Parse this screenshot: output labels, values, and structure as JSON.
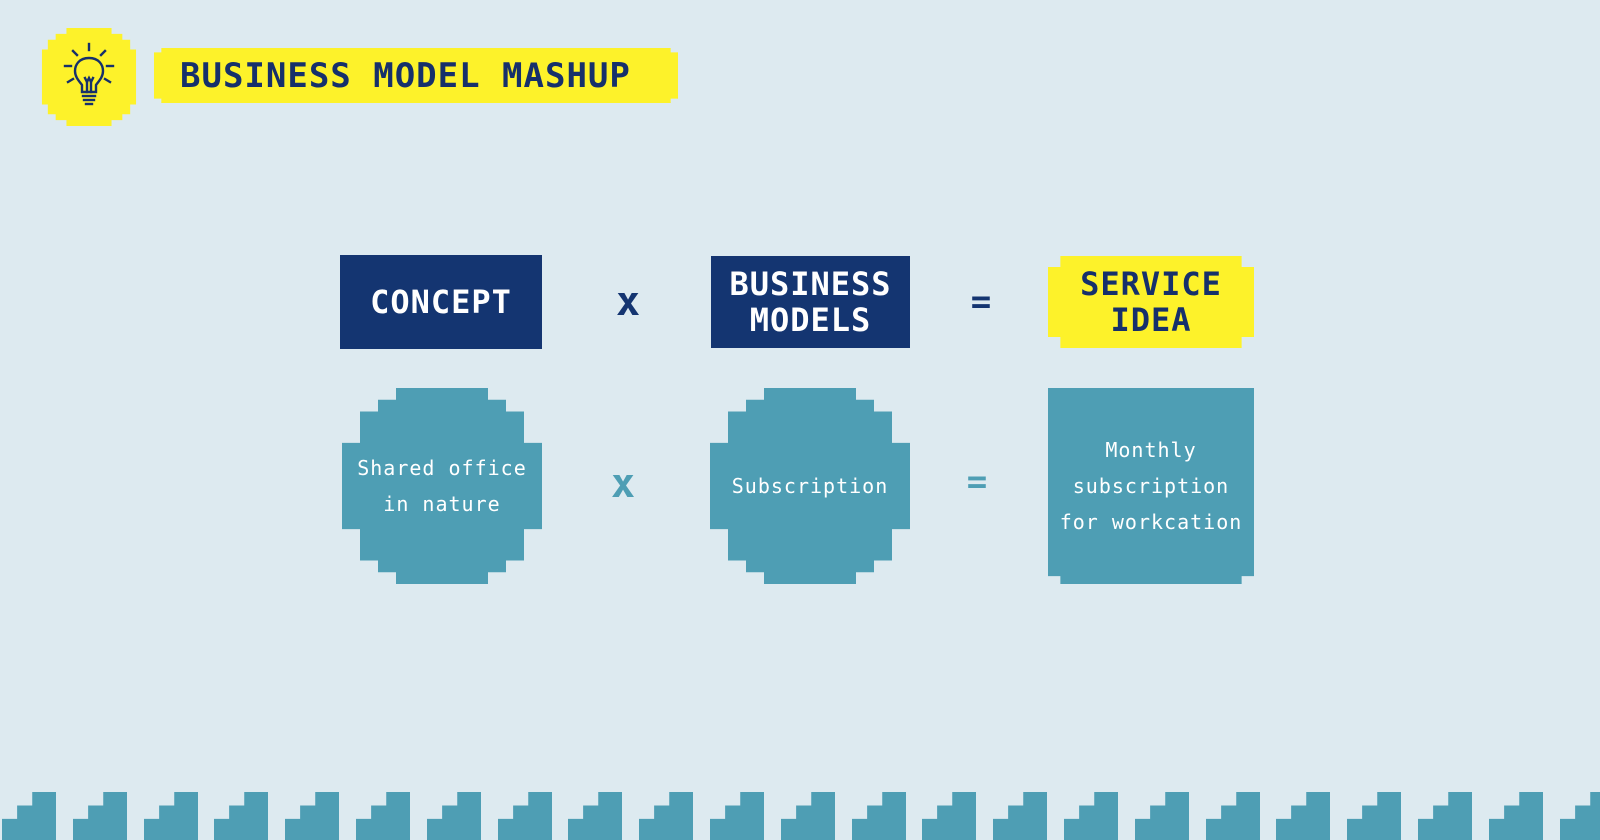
{
  "header": {
    "title": "BUSINESS MODEL MASHUP",
    "icon": "lightbulb-icon"
  },
  "labels": {
    "concept": [
      "CONCEPT"
    ],
    "business_models": [
      "BUSINESS",
      "MODELS"
    ],
    "service_idea": [
      "SERVICE",
      "IDEA"
    ]
  },
  "operators": {
    "multiply": "x",
    "equals": "="
  },
  "examples": {
    "concept": [
      "Shared office",
      "in nature"
    ],
    "business_model": [
      "Subscription"
    ],
    "service_idea": [
      "Monthly",
      "subscription",
      "for workcation"
    ]
  },
  "colors": {
    "background": "#ddeaf0",
    "navy": "#143571",
    "yellow": "#fdf22a",
    "teal": "#4e9eb4"
  }
}
